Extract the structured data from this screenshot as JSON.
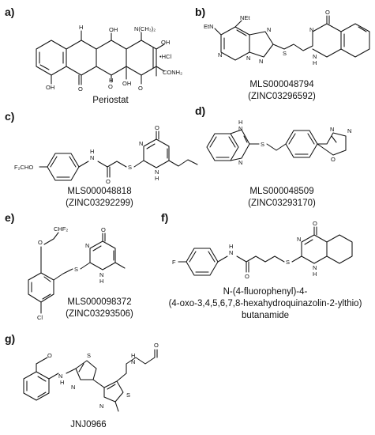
{
  "panels": [
    {
      "id": "a",
      "label": "a)",
      "caption_lines": [
        "Periostat"
      ],
      "atoms": [
        "N(CH₃)₂",
        "OH",
        "•HCl",
        "CONH₂",
        "OH",
        "O",
        "OH",
        "O",
        "O",
        "H",
        "H",
        "OH"
      ]
    },
    {
      "id": "b",
      "label": "b)",
      "caption_lines": [
        "MLS000048794",
        "(ZINC03296592)"
      ],
      "atoms": [
        "EtN",
        "NEt",
        "N",
        "N",
        "N",
        "N",
        "S",
        "O",
        "N",
        "N",
        "H"
      ]
    },
    {
      "id": "c",
      "label": "c)",
      "caption_lines": [
        "MLS000048818",
        "(ZINC03292299)"
      ],
      "atoms": [
        "F₂CHO",
        "N",
        "H",
        "O",
        "S",
        "O",
        "N",
        "N",
        "H"
      ]
    },
    {
      "id": "d",
      "label": "d)",
      "caption_lines": [
        "MLS000048509",
        "(ZINC03293170)"
      ],
      "atoms": [
        "H",
        "N",
        "N",
        "S",
        "O",
        "N",
        "N"
      ]
    },
    {
      "id": "e",
      "label": "e)",
      "caption_lines": [
        "MLS000098372",
        "(ZINC03293506)"
      ],
      "atoms": [
        "O",
        "CHF₂",
        "O",
        "N",
        "S",
        "N",
        "H",
        "Cl"
      ]
    },
    {
      "id": "f",
      "label": "f)",
      "caption_lines": [
        "N-(4-fluorophenyl)-4-",
        "(4-oxo-3,4,5,6,7,8-hexahydroquinazolin-2-ylthio)",
        "butanamide"
      ],
      "atoms": [
        "F",
        "N",
        "H",
        "O",
        "S",
        "O",
        "N",
        "N",
        "H"
      ]
    },
    {
      "id": "g",
      "label": "g)",
      "caption_lines": [
        "JNJ0966"
      ],
      "atoms": [
        "O",
        "N",
        "H",
        "N",
        "S",
        "N",
        "S",
        "N",
        "H",
        "O"
      ]
    }
  ]
}
